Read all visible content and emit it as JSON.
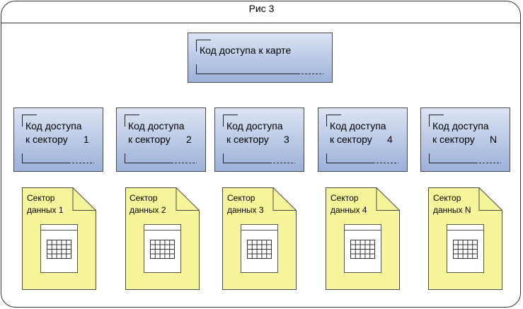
{
  "figure": {
    "title": "Рис 3"
  },
  "card_key": {
    "label": "Код доступа к карте"
  },
  "sector_keys": [
    {
      "line1": "Код доступа",
      "line2": "к сектору",
      "num": "1"
    },
    {
      "line1": "Код доступа",
      "line2": "к сектору",
      "num": "2"
    },
    {
      "line1": "Код доступа",
      "line2": "к сектору",
      "num": "3"
    },
    {
      "line1": "Код доступа",
      "line2": "к сектору",
      "num": "4"
    },
    {
      "line1": "Код доступа",
      "line2": "к сектору",
      "num": "N"
    }
  ],
  "data_sectors": [
    {
      "line1": "Сектор",
      "line2": "данных 1"
    },
    {
      "line1": "Сектор",
      "line2": "данных 2"
    },
    {
      "line1": "Сектор",
      "line2": "данных 3"
    },
    {
      "line1": "Сектор",
      "line2": "данных 4"
    },
    {
      "line1": "Сектор",
      "line2": "данных N"
    }
  ],
  "colors": {
    "box_top": "#dce4f3",
    "box_bottom": "#9bb0d9",
    "box_border": "#4a4a4a",
    "doc_fill": "#f7f59a",
    "doc_border": "#4a4a4a",
    "grid_fill": "#ffffff"
  }
}
